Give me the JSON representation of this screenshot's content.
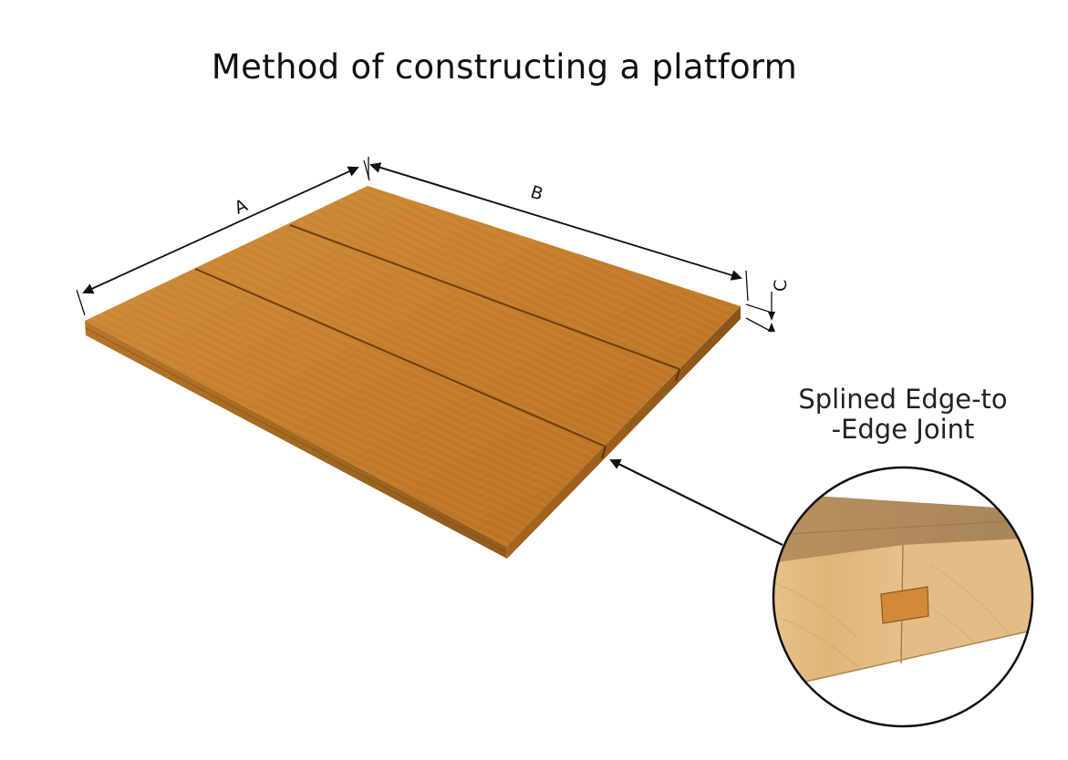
{
  "title": "Method of constructing a platform",
  "dimensions": {
    "a": "A",
    "b": "B",
    "c": "C"
  },
  "callout": {
    "line1": "Splined Edge-to",
    "line2": "-Edge Joint"
  },
  "colors": {
    "board_top": "#c8832f",
    "board_edge": "#a86a24",
    "end_grain": "#e2bb84",
    "spline": "#d08a3a",
    "line": "#111111"
  }
}
